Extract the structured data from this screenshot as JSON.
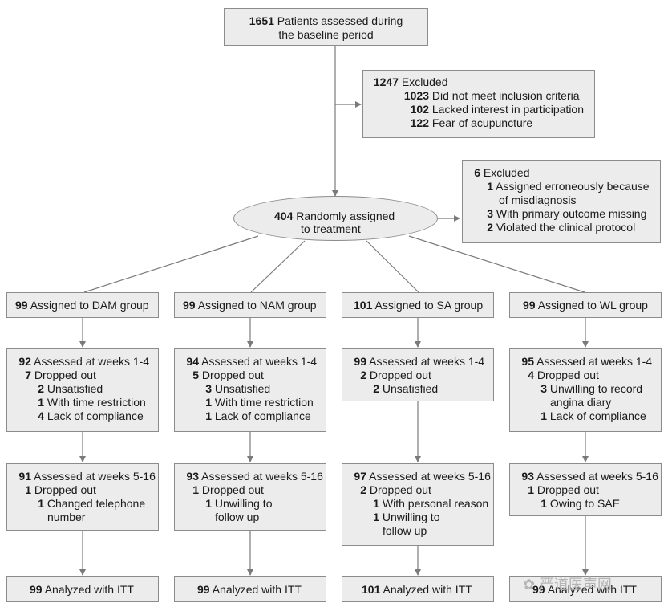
{
  "baseline": {
    "n": "1651",
    "line1": "Patients assessed during",
    "line2": "the baseline period"
  },
  "excluded1": {
    "n": "1247",
    "label": "Excluded",
    "items": [
      {
        "n": "1023",
        "text": "Did not meet inclusion criteria"
      },
      {
        "n": "102",
        "text": "Lacked interest in participation"
      },
      {
        "n": "122",
        "text": "Fear of acupuncture"
      }
    ]
  },
  "excluded2": {
    "n": "6",
    "label": "Excluded",
    "items": [
      {
        "n": "1",
        "text": "Assigned erroneously because",
        "text2": "of misdiagnosis"
      },
      {
        "n": "3",
        "text": "With primary outcome missing"
      },
      {
        "n": "2",
        "text": "Violated the clinical protocol"
      }
    ]
  },
  "randomized": {
    "n": "404",
    "line1": "Randomly assigned",
    "line2": "to treatment"
  },
  "groups": [
    {
      "assigned": {
        "n": "99",
        "text": "Assigned to DAM group"
      },
      "w1": {
        "n": "92",
        "text": "Assessed at weeks 1-4",
        "drop_n": "7",
        "drop_text": "Dropped out",
        "reasons": [
          {
            "n": "2",
            "text": "Unsatisfied"
          },
          {
            "n": "1",
            "text": "With time restriction"
          },
          {
            "n": "4",
            "text": "Lack of compliance"
          }
        ]
      },
      "w5": {
        "n": "91",
        "text": "Assessed at weeks 5-16",
        "drop_n": "1",
        "drop_text": "Dropped out",
        "reasons": [
          {
            "n": "1",
            "text": "Changed telephone",
            "text2": "number"
          }
        ]
      },
      "itt": {
        "n": "99",
        "text": "Analyzed with ITT"
      }
    },
    {
      "assigned": {
        "n": "99",
        "text": "Assigned to NAM group"
      },
      "w1": {
        "n": "94",
        "text": "Assessed at weeks 1-4",
        "drop_n": "5",
        "drop_text": "Dropped out",
        "reasons": [
          {
            "n": "3",
            "text": "Unsatisfied"
          },
          {
            "n": "1",
            "text": "With time restriction"
          },
          {
            "n": "1",
            "text": "Lack of compliance"
          }
        ]
      },
      "w5": {
        "n": "93",
        "text": "Assessed at weeks 5-16",
        "drop_n": "1",
        "drop_text": "Dropped out",
        "reasons": [
          {
            "n": "1",
            "text": "Unwilling to",
            "text2": "follow up"
          }
        ]
      },
      "itt": {
        "n": "99",
        "text": "Analyzed with ITT"
      }
    },
    {
      "assigned": {
        "n": "101",
        "text": "Assigned to SA group"
      },
      "w1": {
        "n": "99",
        "text": "Assessed at weeks 1-4",
        "drop_n": "2",
        "drop_text": "Dropped out",
        "reasons": [
          {
            "n": "2",
            "text": "Unsatisfied"
          }
        ]
      },
      "w5": {
        "n": "97",
        "text": "Assessed at weeks 5-16",
        "drop_n": "2",
        "drop_text": "Dropped out",
        "reasons": [
          {
            "n": "1",
            "text": "With personal reason"
          },
          {
            "n": "1",
            "text": "Unwilling to",
            "text2": "follow up"
          }
        ]
      },
      "itt": {
        "n": "101",
        "text": "Analyzed with ITT"
      }
    },
    {
      "assigned": {
        "n": "99",
        "text": "Assigned to WL group"
      },
      "w1": {
        "n": "95",
        "text": "Assessed at weeks 1-4",
        "drop_n": "4",
        "drop_text": "Dropped out",
        "reasons": [
          {
            "n": "3",
            "text": "Unwilling to record",
            "text2": "angina diary"
          },
          {
            "n": "1",
            "text": "Lack of compliance"
          }
        ]
      },
      "w5": {
        "n": "93",
        "text": "Assessed at weeks 5-16",
        "drop_n": "1",
        "drop_text": "Dropped out",
        "reasons": [
          {
            "n": "1",
            "text": "Owing to SAE"
          }
        ]
      },
      "itt": {
        "n": "99",
        "text": "Analyzed with ITT"
      }
    }
  ],
  "watermark": "严道医声网"
}
